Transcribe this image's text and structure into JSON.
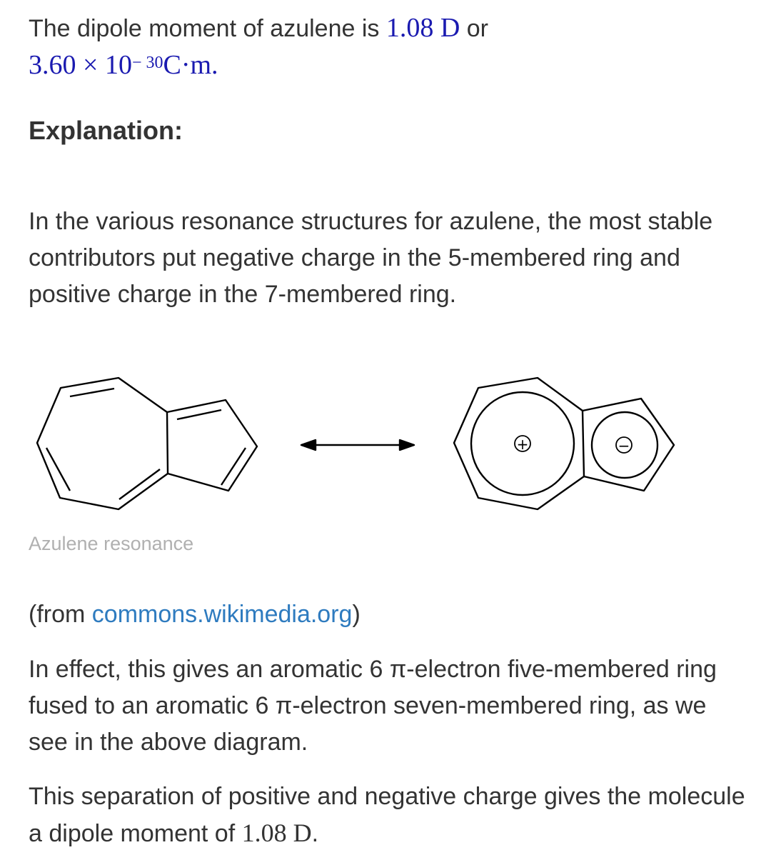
{
  "intro": {
    "text_before": "The dipole moment of azulene is ",
    "value_debye": "1.08",
    "unit_debye": "D",
    "text_or": " or",
    "mantissa": "3.60",
    "times": "×",
    "base": "10",
    "exponent": "− 30",
    "unit_si": "C·m.",
    "period": ""
  },
  "heading": "Explanation:",
  "para1": "In the various resonance structures for azulene, the most stable contributors put negative charge in the 5-membered ring and positive charge in the 7-membered ring.",
  "figure": {
    "caption": "Azulene resonance",
    "plus_symbol": "+",
    "minus_symbol": "−"
  },
  "source": {
    "prefix": "(from ",
    "link_text": "commons.wikimedia.org",
    "suffix": ")"
  },
  "para2": "In effect, this gives an aromatic 6 π-electron five-membered ring fused to an aromatic 6 π-electron seven-membered ring, as we see in the above diagram.",
  "para3": {
    "text": "This separation of positive and negative charge gives the molecule a dipole moment of ",
    "value": "1.08",
    "unit": "D",
    "period": "."
  },
  "colors": {
    "text": "#333333",
    "math": "#1a1ab0",
    "link": "#2e7bbf",
    "caption": "#b0b0b0"
  }
}
